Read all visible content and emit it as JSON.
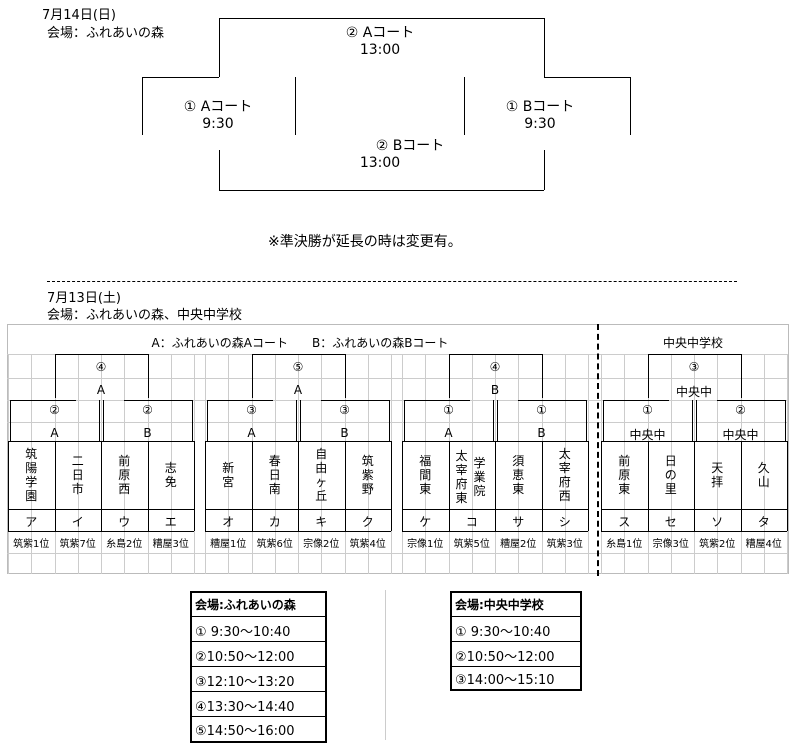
{
  "day2": {
    "date": "7月14日(日)",
    "venue": "会場：ふれあいの森",
    "final": {
      "court": "② Aコート",
      "time": "13:00"
    },
    "semi_left": {
      "court": "① Aコート",
      "time": "9:30"
    },
    "semi_right": {
      "court": "① Bコート",
      "time": "9:30"
    },
    "third": {
      "court": "② Bコート",
      "time": "13:00"
    },
    "note": "※準決勝が延長の時は変更有。"
  },
  "day1": {
    "date": "7月13日(土)",
    "venue": "会場：ふれあいの森、中央中学校",
    "header_left": "A：ふれあいの森Aコート　　B：ふれあいの森Bコート",
    "header_right": "中央中学校",
    "groups": [
      {
        "top_num": "④",
        "top_court": "A",
        "left_num": "②",
        "left_court": "A",
        "right_num": "②",
        "right_court": "B",
        "teams": [
          {
            "name": "筑陽学園",
            "letter": "ア",
            "seed": "筑紫1位"
          },
          {
            "name": "二日市",
            "letter": "イ",
            "seed": "筑紫7位"
          },
          {
            "name": "前原西",
            "letter": "ウ",
            "seed": "糸島2位"
          },
          {
            "name": "志免",
            "letter": "エ",
            "seed": "糟屋3位"
          }
        ]
      },
      {
        "top_num": "⑤",
        "top_court": "A",
        "left_num": "③",
        "left_court": "A",
        "right_num": "③",
        "right_court": "B",
        "teams": [
          {
            "name": "新宮",
            "letter": "オ",
            "seed": "糟屋1位"
          },
          {
            "name": "春日南",
            "letter": "カ",
            "seed": "筑紫6位"
          },
          {
            "name": "自由ヶ丘",
            "letter": "キ",
            "seed": "宗像2位"
          },
          {
            "name": "筑紫野",
            "letter": "ク",
            "seed": "筑紫4位"
          }
        ]
      },
      {
        "top_num": "④",
        "top_court": "B",
        "left_num": "①",
        "left_court": "A",
        "right_num": "①",
        "right_court": "B",
        "teams": [
          {
            "name": "福間東",
            "letter": "ケ",
            "seed": "宗像1位"
          },
          {
            "name": "太宰府東",
            "name2": "学業院",
            "letter": "コ",
            "seed": "筑紫5位"
          },
          {
            "name": "須恵東",
            "letter": "サ",
            "seed": "糟屋2位"
          },
          {
            "name": "太宰府西",
            "letter": "シ",
            "seed": "筑紫3位"
          }
        ]
      },
      {
        "top_num": "③",
        "top_court": "中央中",
        "left_num": "①",
        "left_court": "中央中",
        "right_num": "②",
        "right_court": "中央中",
        "teams": [
          {
            "name": "前原東",
            "letter": "ス",
            "seed": "糸島1位"
          },
          {
            "name": "日の里",
            "letter": "セ",
            "seed": "宗像3位"
          },
          {
            "name": "天拝",
            "letter": "ソ",
            "seed": "筑紫2位"
          },
          {
            "name": "久山",
            "letter": "タ",
            "seed": "糟屋4位"
          }
        ]
      }
    ]
  },
  "schedule": {
    "forest": {
      "title": "会場:ふれあいの森",
      "slots": [
        "①  9:30〜10:40",
        "②10:50〜12:00",
        "③12:10〜13:20",
        "④13:30〜14:40",
        "⑤14:50〜16:00"
      ]
    },
    "chuo": {
      "title": "会場:中央中学校",
      "slots": [
        "①  9:30〜10:40",
        "②10:50〜12:00",
        "③14:00〜15:10"
      ]
    }
  }
}
